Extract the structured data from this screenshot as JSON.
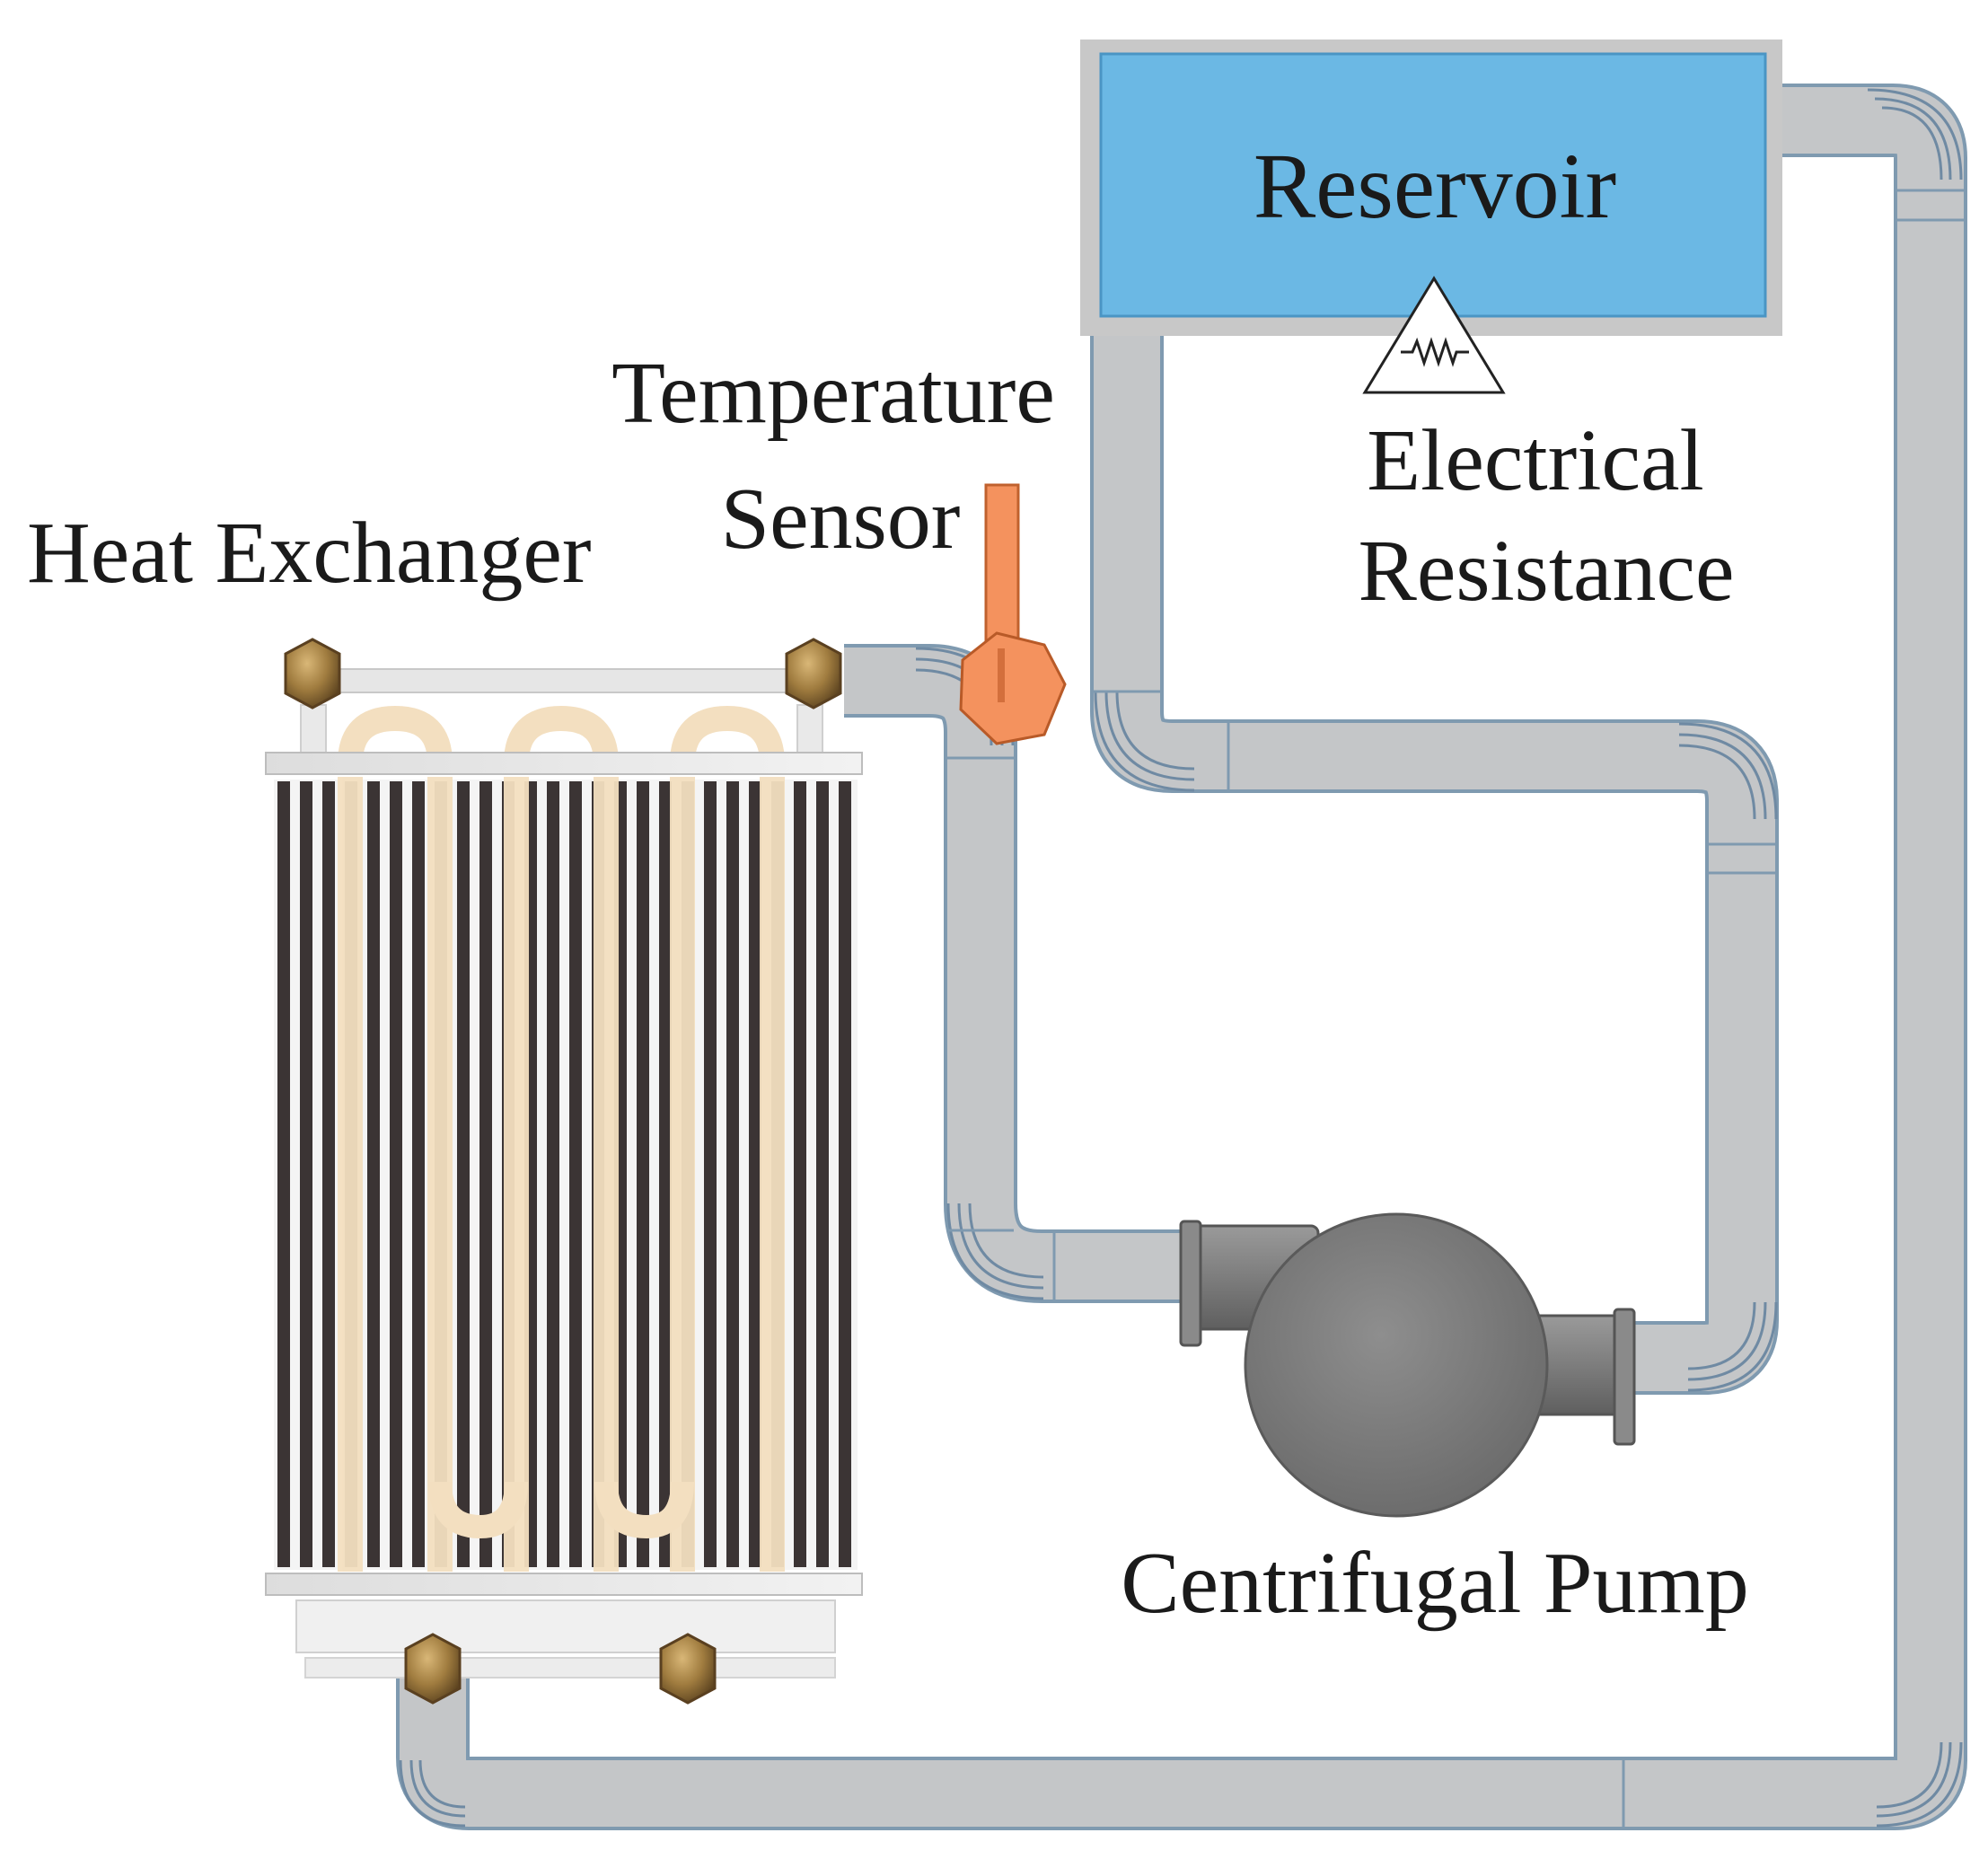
{
  "labels": {
    "reservoir": "Reservoir",
    "temperature_sensor_line1": "Temperature",
    "temperature_sensor_line2": "Sensor",
    "heat_exchanger": "Heat Exchanger",
    "electrical_resistance_line1": "Electrical",
    "electrical_resistance_line2": "Resistance",
    "centrifugal_pump": "Centrifugal Pump"
  },
  "colors": {
    "reservoir_fill": "#6bb8e4",
    "reservoir_frame": "#c8c8c8",
    "pipe": "#c4c6c8",
    "pipe_outline": "#7f9ab0",
    "sensor": "#f4925e",
    "pump_body": "#8a8a8a",
    "fin_dark": "#3b3434",
    "tube_cream": "#f3dfc0",
    "brass": "#9c7a3f"
  }
}
